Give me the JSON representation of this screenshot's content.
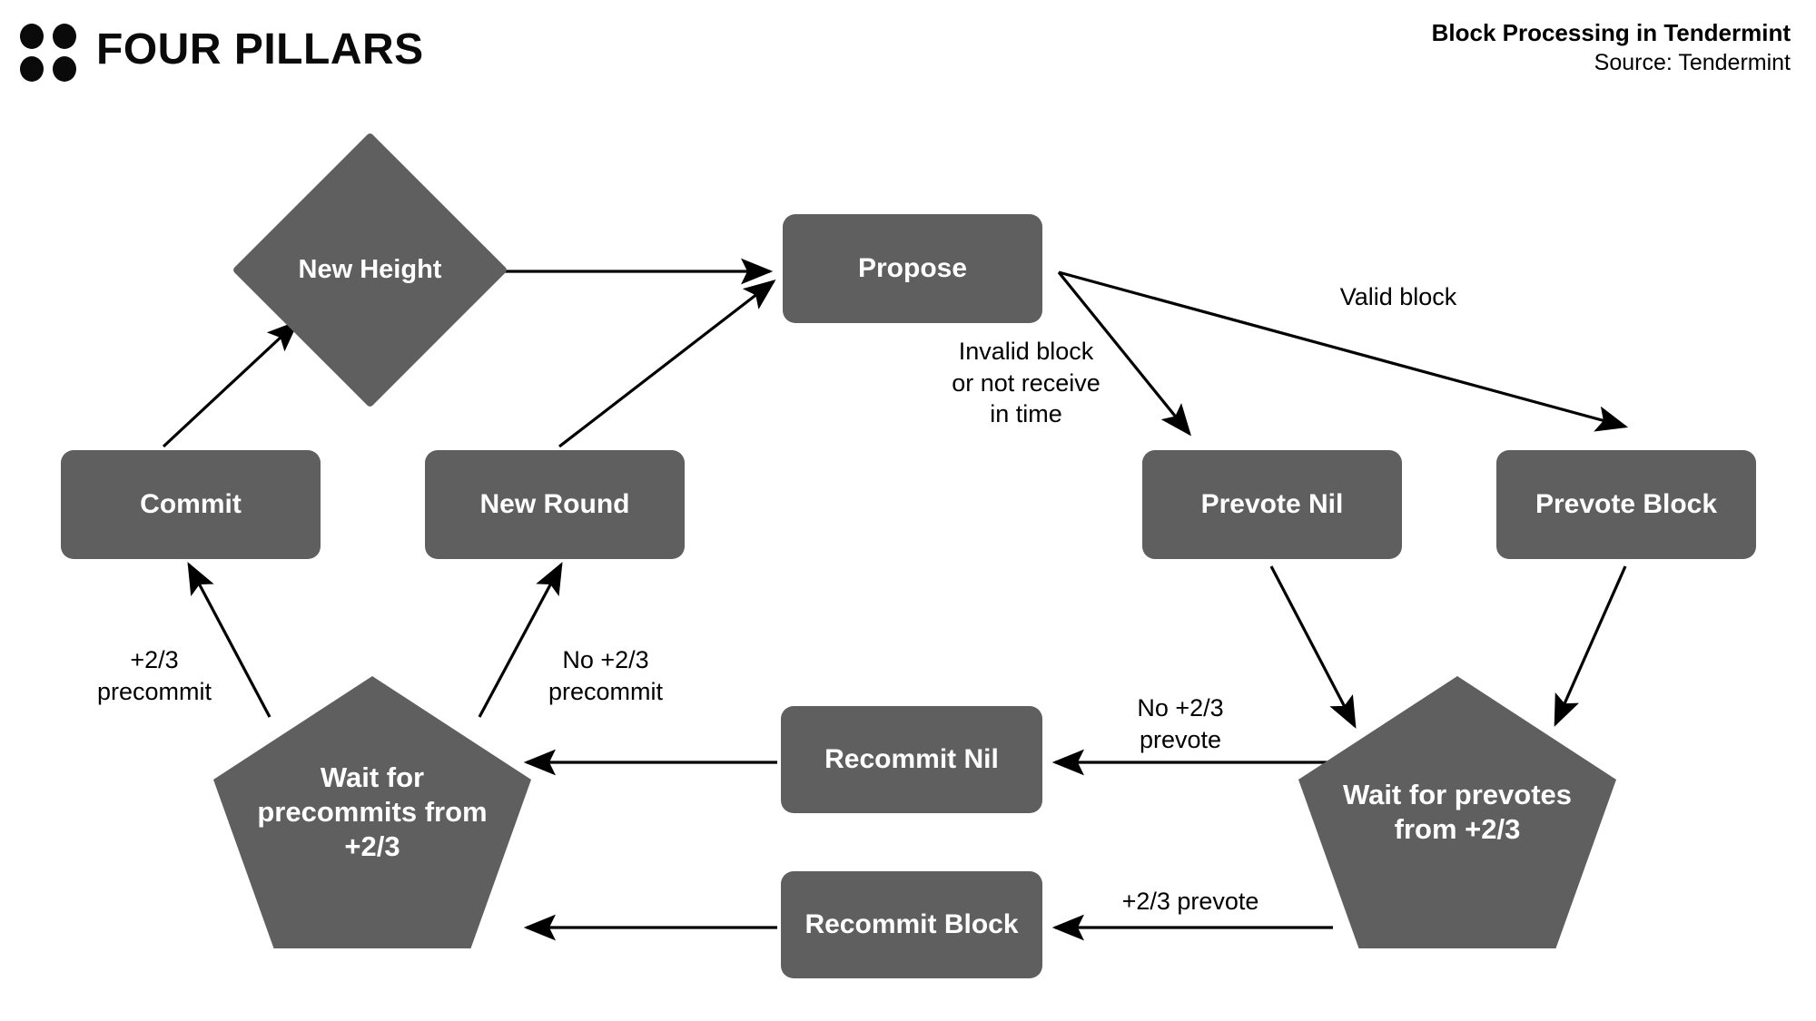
{
  "header": {
    "logo_text": "FOUR PILLARS",
    "logo_icon": "four-dots-logo",
    "title": "Block Processing in Tendermint",
    "source": "Source: Tendermint"
  },
  "diagram": {
    "type": "state-machine-flowchart",
    "node_fill": "#5f5f5f",
    "node_text_color": "#ffffff",
    "edge_color": "#000000",
    "background": "#ffffff",
    "nodes": [
      {
        "id": "new-height",
        "label": "New Height",
        "shape": "diamond"
      },
      {
        "id": "propose",
        "label": "Propose",
        "shape": "rect"
      },
      {
        "id": "commit",
        "label": "Commit",
        "shape": "rect"
      },
      {
        "id": "new-round",
        "label": "New Round",
        "shape": "rect"
      },
      {
        "id": "prevote-nil",
        "label": "Prevote Nil",
        "shape": "rect"
      },
      {
        "id": "prevote-block",
        "label": "Prevote Block",
        "shape": "rect"
      },
      {
        "id": "wait-precommits",
        "label": "Wait for\nprecommits\nfrom +2/3",
        "shape": "pentagon"
      },
      {
        "id": "wait-prevotes",
        "label": "Wait for\nprevotes from\n+2/3",
        "shape": "pentagon"
      },
      {
        "id": "recommit-nil",
        "label": "Recommit Nil",
        "shape": "rect"
      },
      {
        "id": "recommit-block",
        "label": "Recommit Block",
        "shape": "rect"
      }
    ],
    "edges": [
      {
        "id": "new-height-to-propose",
        "from": "new-height",
        "to": "propose",
        "label": ""
      },
      {
        "id": "new-round-to-propose",
        "from": "new-round",
        "to": "propose",
        "label": ""
      },
      {
        "id": "propose-to-prevote-nil",
        "from": "propose",
        "to": "prevote-nil",
        "label": "Invalid block\nor not receive\nin time"
      },
      {
        "id": "propose-to-prevote-block",
        "from": "propose",
        "to": "prevote-block",
        "label": "Valid block"
      },
      {
        "id": "prevote-nil-to-wait-prevotes",
        "from": "prevote-nil",
        "to": "wait-prevotes",
        "label": ""
      },
      {
        "id": "prevote-block-to-wait-prevotes",
        "from": "prevote-block",
        "to": "wait-prevotes",
        "label": ""
      },
      {
        "id": "wait-prevotes-to-recommit-nil",
        "from": "wait-prevotes",
        "to": "recommit-nil",
        "label": "No +2/3\nprevote"
      },
      {
        "id": "wait-prevotes-to-recommit-block",
        "from": "wait-prevotes",
        "to": "recommit-block",
        "label": "+2/3 prevote"
      },
      {
        "id": "recommit-nil-to-wait-precommits",
        "from": "recommit-nil",
        "to": "wait-precommits",
        "label": ""
      },
      {
        "id": "recommit-block-to-wait-precommits",
        "from": "recommit-block",
        "to": "wait-precommits",
        "label": ""
      },
      {
        "id": "wait-precommits-to-commit",
        "from": "wait-precommits",
        "to": "commit",
        "label": "+2/3\nprecommit"
      },
      {
        "id": "wait-precommits-to-new-round",
        "from": "wait-precommits",
        "to": "new-round",
        "label": "No +2/3\nprecommit"
      },
      {
        "id": "commit-to-new-height",
        "from": "commit",
        "to": "new-height",
        "label": ""
      }
    ],
    "labels": {
      "invalid_block": "Invalid block\nor not receive\nin time",
      "valid_block": "Valid block",
      "no_23_prevote": "No +2/3\nprevote",
      "plus_23_prevote": "+2/3 prevote",
      "plus_23_precommit": "+2/3\nprecommit",
      "no_23_precommit": "No +2/3\nprecommit"
    }
  }
}
